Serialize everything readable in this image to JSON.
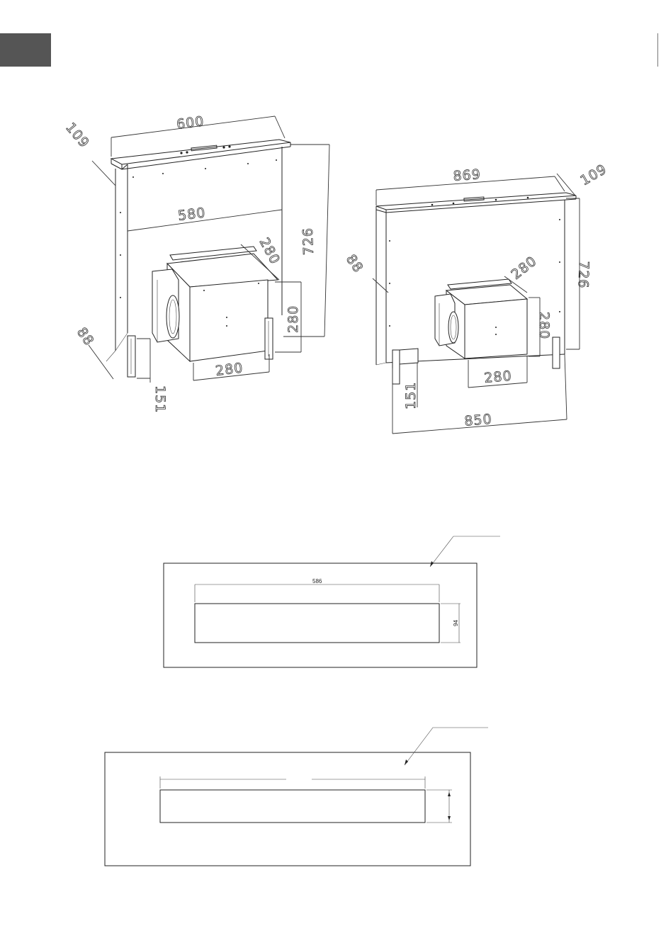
{
  "diagrams": {
    "left_view": {
      "top_width": "600",
      "top_depth": "109",
      "inner_width": "580",
      "height": "726",
      "motor_depth": "280",
      "motor_height": "280",
      "motor_width": "280",
      "bottom_depth": "88",
      "bracket_height": "151"
    },
    "right_view": {
      "top_width": "869",
      "top_depth": "109",
      "height": "726",
      "side_depth": "88",
      "motor_depth": "280",
      "motor_height": "280",
      "motor_width": "280",
      "bracket_height": "151",
      "bottom_width": "850"
    },
    "cutout_1": {
      "width": "586",
      "height": "94"
    },
    "cutout_2": {
      "width": "",
      "height": ""
    }
  },
  "colors": {
    "tab": "#555555",
    "line": "#222222"
  }
}
